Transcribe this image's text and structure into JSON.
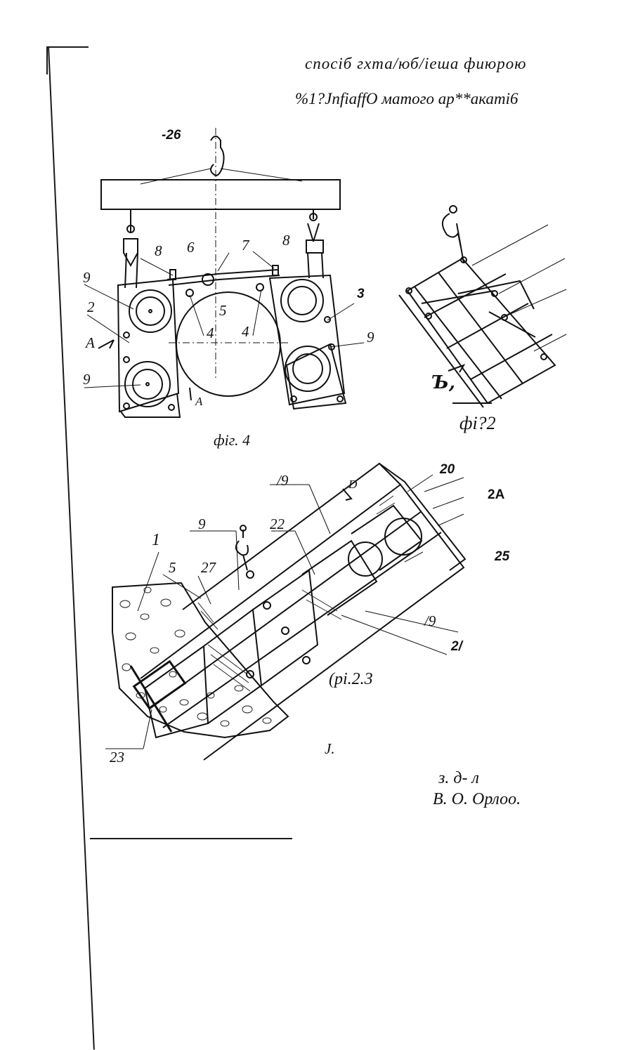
{
  "page": {
    "title_line1": "спосіб гхта/юб/іеша фиюрою",
    "title_line2": "%1?JnfiaffO матого ар**акаті6"
  },
  "figures": {
    "fig4": {
      "caption": "фіг. 4",
      "labels": {
        "l26": "-26",
        "l8a": "8",
        "l6": "6",
        "l7": "7",
        "l8b": "8",
        "l9a": "9",
        "l2": "2",
        "lA1": "А",
        "l9b": "9",
        "l5": "5",
        "l4a": "4",
        "l4b": "4",
        "l3": "3",
        "l9c": "9",
        "lA2": "А"
      }
    },
    "fig2": {
      "caption": "фі?2",
      "labels": {
        "lb": "Ъ,"
      }
    },
    "fig3": {
      "caption": "(рі.2.3",
      "labels": {
        "l20": "20",
        "l2A": "2А",
        "l19a": "/9",
        "lD": "D",
        "l9": "9",
        "l22": "22",
        "l25": "25",
        "l1": "1",
        "l5": "5",
        "l27": "27",
        "l19b": "/9",
        "l21": "2/",
        "l23": "23",
        "lJ": "J."
      }
    }
  },
  "signature": {
    "line1": "з. д- л",
    "line2": "В. О. Орлоо."
  }
}
